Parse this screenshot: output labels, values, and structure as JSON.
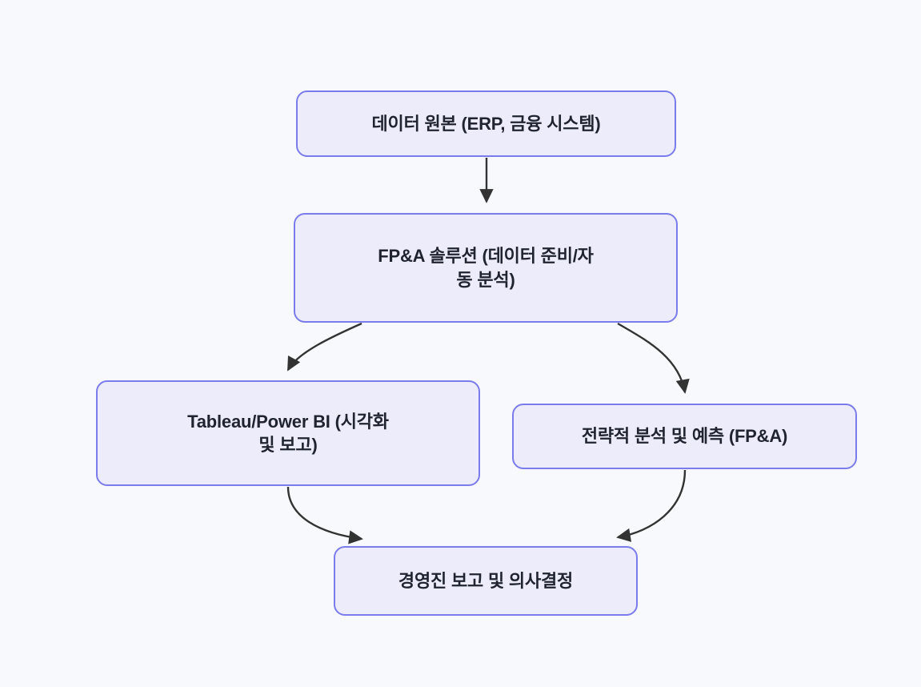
{
  "diagram": {
    "type": "flowchart",
    "direction": "top-to-bottom",
    "background_color": "#f8f9fc",
    "node_fill_color": "#edecfb",
    "node_border_color": "#7b7cec",
    "node_text_color": "#1f2430",
    "edge_color": "#333333",
    "nodes": [
      {
        "id": "source",
        "label": "데이터 원본 (ERP, 금융 시스템)"
      },
      {
        "id": "fpna",
        "label": "FP&A 솔루션 (데이터 준비/자\n동 분석)"
      },
      {
        "id": "bi",
        "label": "Tableau/Power BI (시각화\n및 보고)"
      },
      {
        "id": "strategy",
        "label": "전략적 분석 및 예측 (FP&A)"
      },
      {
        "id": "decision",
        "label": "경영진 보고 및 의사결정"
      }
    ],
    "edges": [
      {
        "id": "source-to-fpna",
        "from": "source",
        "to": "fpna",
        "style": "straight"
      },
      {
        "id": "fpna-to-bi",
        "from": "fpna",
        "to": "bi",
        "style": "curved"
      },
      {
        "id": "fpna-to-strategy",
        "from": "fpna",
        "to": "strategy",
        "style": "curved"
      },
      {
        "id": "bi-to-decision",
        "from": "bi",
        "to": "decision",
        "style": "curved"
      },
      {
        "id": "strategy-to-decision",
        "from": "strategy",
        "to": "decision",
        "style": "curved"
      }
    ]
  }
}
